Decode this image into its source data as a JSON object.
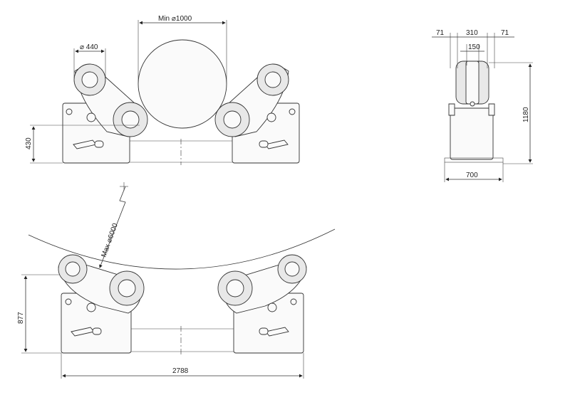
{
  "dimensions": {
    "min_diameter": "Min ⌀1000",
    "roller_diameter": "⌀ 440",
    "base_height_top": "430",
    "side_left": "71",
    "side_mid": "310",
    "side_right": "71",
    "side_inner": "150",
    "side_height": "1180",
    "side_width": "700",
    "max_diameter": "Max ⌀6000",
    "base_height_bottom": "877",
    "total_width": "2788"
  },
  "icons": {
    "logo": "machine-logo-plate-icon",
    "bolt": "bolt-hole-icon"
  }
}
